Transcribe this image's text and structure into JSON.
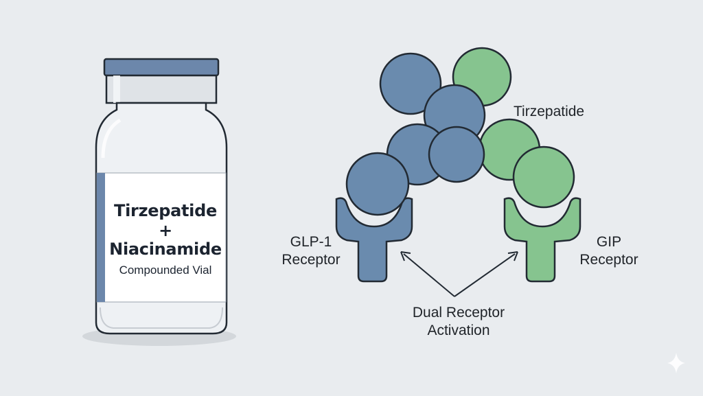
{
  "vial": {
    "line1": "Tirzepatide",
    "line2": "+",
    "line3": "Niacinamide",
    "line4": "Compounded Vial"
  },
  "molecule_label": "Tirzepatide",
  "glp1": {
    "line1": "GLP-1",
    "line2": "Receptor"
  },
  "gip": {
    "line1": "GIP",
    "line2": "Receptor"
  },
  "activation": {
    "line1": "Dual Receptor",
    "line2": "Activation"
  },
  "colors": {
    "background": "#e9ecef",
    "glp_blue": "#6a8bae",
    "gip_green": "#86c48f",
    "outline": "#222a33",
    "cap": "#6c87ab"
  },
  "icons": {
    "corner": "sparkle-icon"
  }
}
